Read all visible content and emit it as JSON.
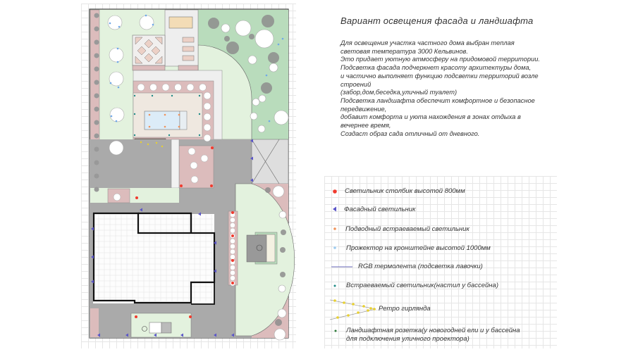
{
  "title": "Вариант освещения фасада и ландшафта",
  "description": [
    " Для освещения участка частного дома выбран теплая",
    "световая температура 3000 Кельвинов.",
    "Это придает уютную атмосферу на придомовой территории.",
    " Подсветка фасада подчеркнет красоту архитектуры дома,",
    "и частично выполняет функцию подсветки территорий возле",
    "строений",
    "(забор,дом,беседка,уличный туалет)",
    " Подсветка ландшафта  обеспечит комфортное и безопасное",
    "передвижение,",
    "добавит комфорта и уюта нахождения в зонах отдыха в",
    "вечернее время,",
    "Создаст образ сада отличный от дневного."
  ],
  "legend": [
    {
      "label": "Светильник столбик высотой 800мм",
      "symbol": "dot",
      "color": "#f03a2e"
    },
    {
      "label": "Фасадный светильник",
      "symbol": "triangle",
      "color": "#5a55c8"
    },
    {
      "label": "Подводный встраеваемый светильник",
      "symbol": "dot",
      "color": "#f0925a"
    },
    {
      "label": "Прожектор на кронштейне высотой 1000мм",
      "symbol": "dot",
      "color": "#9ccbf0"
    },
    {
      "label": "RGB термолента (подсветка лавочки)",
      "symbol": "line",
      "color": "#6a6ab8"
    },
    {
      "label": "Встраеваемый светильник(настил у бассейна)",
      "symbol": "dot",
      "color": "#1f8a86"
    },
    {
      "label": "Ретро гирлянда",
      "symbol": "garland",
      "color": "#e8d030"
    },
    {
      "label": "Ландшафтная розетка(у новогодней ели и у бассейна",
      "label2": "для подключения уличного проектора)",
      "symbol": "dot",
      "color": "#2e7a3a"
    }
  ],
  "colors": {
    "lawn": "#e3f2de",
    "garden": "#b9dcbc",
    "paving_pink": "#dcbcbc",
    "pavement": "#a8a8a8",
    "deck": "#efe8e0",
    "pool": "#dcecf8"
  }
}
